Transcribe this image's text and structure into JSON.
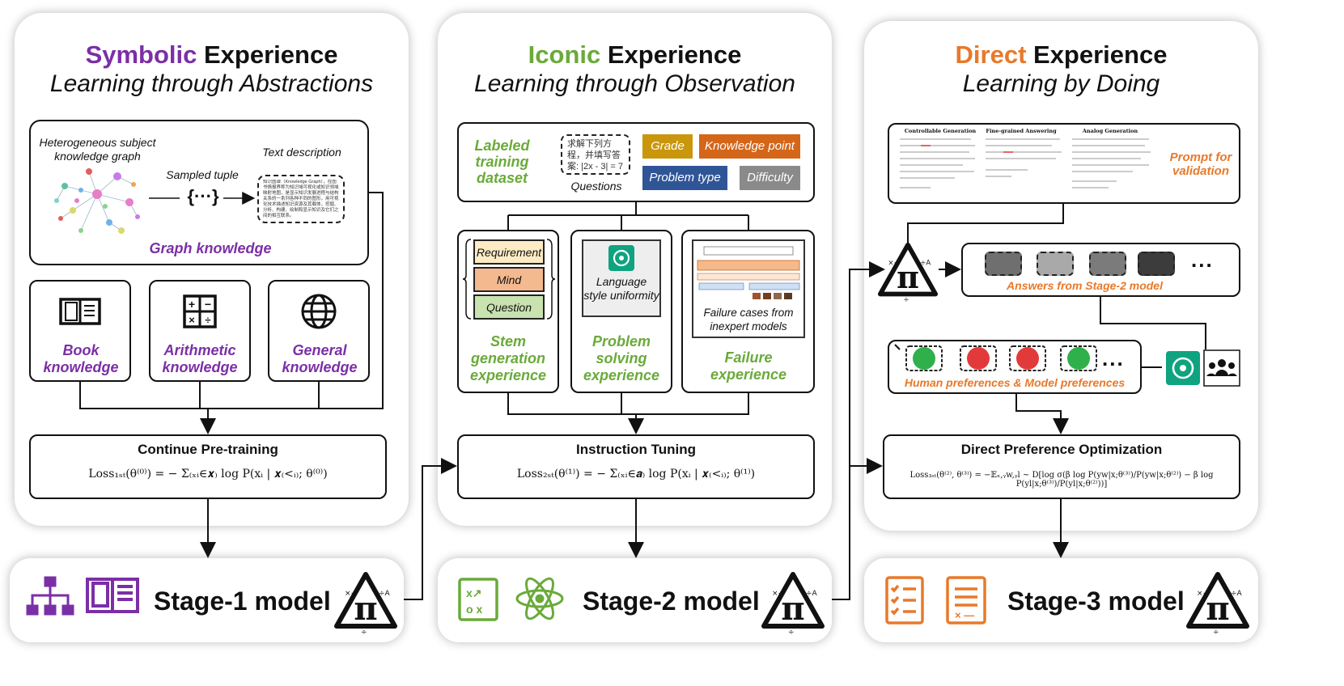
{
  "colors": {
    "purple": "#7b2fa6",
    "green": "#6aaa3a",
    "orange": "#e8792a",
    "gold": "#c9960c",
    "rust": "#d4661a",
    "navy": "#2f5597",
    "gray": "#8a8a8a"
  },
  "panel1": {
    "title_colored": "Symbolic",
    "title_rest": " Experience",
    "subtitle": "Learning through Abstractions",
    "kg_label": "Heterogeneous subject knowledge graph",
    "tuple_label": "Sampled tuple",
    "tuple_symbol": "{···}",
    "text_desc_label": "Text description",
    "text_desc_body": "知识图谱（Knowledge Graph），在图书情报界称为知识域可视化或知识领域映射地图，是显示知识发展进程与结构关系的一系列各种不同的图形，用可视化技术描述知识资源及其载体，挖掘、分析、构建、绘制和显示知识及它们之间的相互联系。",
    "graph_knowledge": "Graph knowledge",
    "cards": [
      {
        "label": "Book knowledge",
        "icon": "book-icon"
      },
      {
        "label": "Arithmetic knowledge",
        "icon": "calculator-icon"
      },
      {
        "label": "General knowledge",
        "icon": "globe-icon"
      }
    ],
    "eq_title": "Continue Pre-training",
    "eq": "Loss₁ₛₜ(θ⁽⁰⁾) = − Σ₍ₓᵢ∈𝒙₎ log P(xᵢ | 𝒙₍<ᵢ₎; θ⁽⁰⁾)"
  },
  "panel2": {
    "title_colored": "Iconic",
    "title_rest": " Experience",
    "subtitle": "Learning through Observation",
    "dataset_label": "Labeled training dataset",
    "question_text": "求解下列方程，并填写答案: |2x - 3| = 7",
    "questions_label": "Questions",
    "tags": [
      "Grade",
      "Knowledge point",
      "Problem type",
      "Difficulty"
    ],
    "stack": [
      "Requirement",
      "Mind",
      "Question"
    ],
    "stem_label": "Stem generation experience",
    "lang_label": "Language style uniformity",
    "problem_label": "Problem solving experience",
    "failure_cases": "Failure cases from inexpert models",
    "failure_label": "Failure experience",
    "eq_title": "Instruction Tuning",
    "eq": "Loss₂ₛₜ(θ⁽¹⁾) = − Σ₍ₓᵢ∈𝒂₎ log P(xᵢ | 𝒙₍<ᵢ₎; θ⁽¹⁾)"
  },
  "panel3": {
    "title_colored": "Direct",
    "title_rest": " Experience",
    "subtitle": "Learning by Doing",
    "doc_cols": [
      "Controllable Generation",
      "Fine-grained Answering",
      "Analog Generation"
    ],
    "prompt_label": "Prompt for validation",
    "answers_label": "Answers from Stage-2 model",
    "ellipsis": "...",
    "prefs_label": "Human preferences & Model preferences",
    "eq_title": "Direct Preference Optimization",
    "eq": "Loss₃ₛₜ(θ⁽²⁾, θ⁽³⁾) = −𝔼ₓ,ᵧw,ᵧl ~ D[log σ(β log P(yw|x;θ⁽³⁾)/P(yw|x;θ⁽²⁾) − β log P(yl|x;θ⁽³⁾)/P(yl|x;θ⁽²⁾))]"
  },
  "stages": [
    "Stage-1 model",
    "Stage-2 model",
    "Stage-3 model"
  ]
}
